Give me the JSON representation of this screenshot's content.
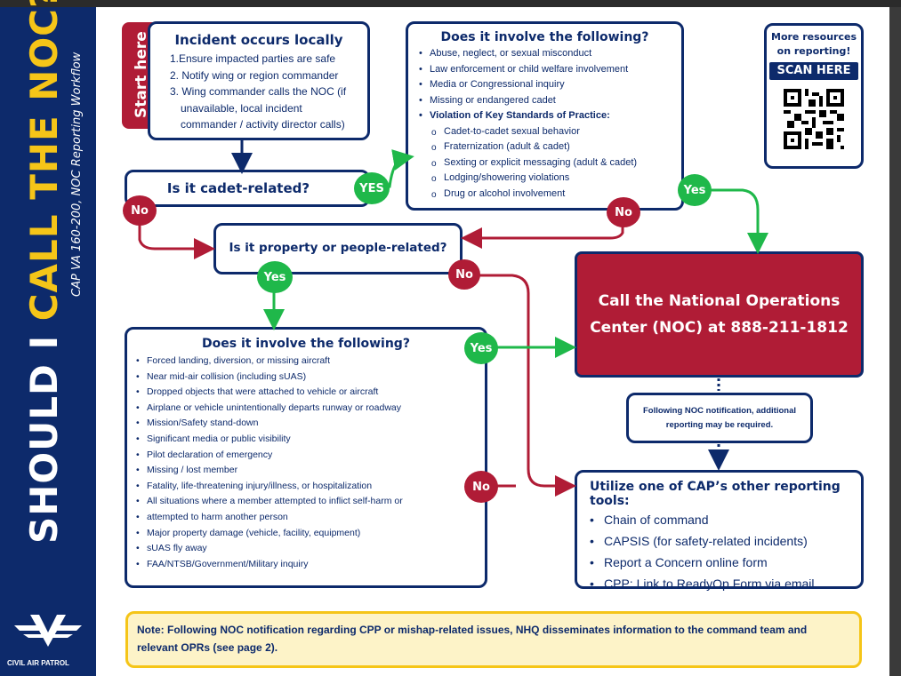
{
  "sidebar": {
    "title_white_1": "SHOULD I ",
    "title_yellow": "CALL THE NOC?",
    "subtitle": "CAP VA 160-200, NOC Reporting Workflow",
    "logo_text": "CIVIL AIR PATROL"
  },
  "start": {
    "label": "Start here"
  },
  "incident": {
    "title": "Incident occurs locally",
    "steps": [
      "1.Ensure impacted parties are safe",
      "2. Notify wing or region commander",
      "3. Wing commander calls the NOC (if",
      "unavailable, local incident",
      "commander / activity director calls)"
    ]
  },
  "cadet_question": {
    "label": "Is it cadet-related?"
  },
  "cadet_involve": {
    "title": "Does it involve the following?",
    "items": [
      "Abuse, neglect, or sexual misconduct",
      "Law enforcement or child welfare involvement",
      "Media or Congressional inquiry",
      "Missing or endangered cadet"
    ],
    "key_label": "Violation of Key Standards of Practice",
    "key_colon": ":",
    "sub_items": [
      "Cadet-to-cadet sexual behavior",
      "Fraternization (adult & cadet)",
      "Sexting or explicit messaging (adult & cadet)",
      "Lodging/showering violations",
      "Drug or alcohol involvement"
    ]
  },
  "resources": {
    "title_1": "More resources",
    "title_2": "on reporting!",
    "scan": "SCAN HERE"
  },
  "property_question": {
    "label": "Is it property or people-related?"
  },
  "noc": {
    "line1": "Call the National Operations",
    "line2": "Center (NOC) at 888-211-1812"
  },
  "property_involve": {
    "title": "Does it involve the following?",
    "items": [
      "Forced landing, diversion, or missing aircraft",
      "Near mid-air collision (including sUAS)",
      "Dropped objects that were attached to vehicle or aircraft",
      "Airplane or vehicle unintentionally departs runway or roadway",
      "Mission/Safety stand-down",
      "Significant media or public visibility",
      "Pilot declaration of emergency",
      "Missing / lost member",
      "Fatality, life-threatening injury/illness, or hospitalization",
      "All situations where a member attempted to inflict self-harm or",
      "attempted to harm another person",
      "Major property damage (vehicle, facility, equipment)",
      "sUAS fly away",
      "FAA/NTSB/Government/Military inquiry"
    ]
  },
  "following": {
    "line1": "Following NOC notification, additional",
    "line2": "reporting may be required."
  },
  "tools": {
    "title": "Utilize one of CAP’s other reporting tools:",
    "items": [
      "Chain of command",
      "CAPSIS (for safety-related incidents)",
      "Report a Concern online form",
      "CPP: Link to ReadyOp Form via email"
    ]
  },
  "labels": {
    "yes_caps": "YES",
    "yes": "Yes",
    "no": "No"
  },
  "note": {
    "text": "Note: Following NOC notification regarding CPP or mishap-related issues, NHQ disseminates information to the command team and relevant OPRs (see page 2)."
  },
  "colors": {
    "navy": "#0d2a6b",
    "red": "#b01c36",
    "green": "#1fb84a",
    "yellow": "#f5c518"
  }
}
